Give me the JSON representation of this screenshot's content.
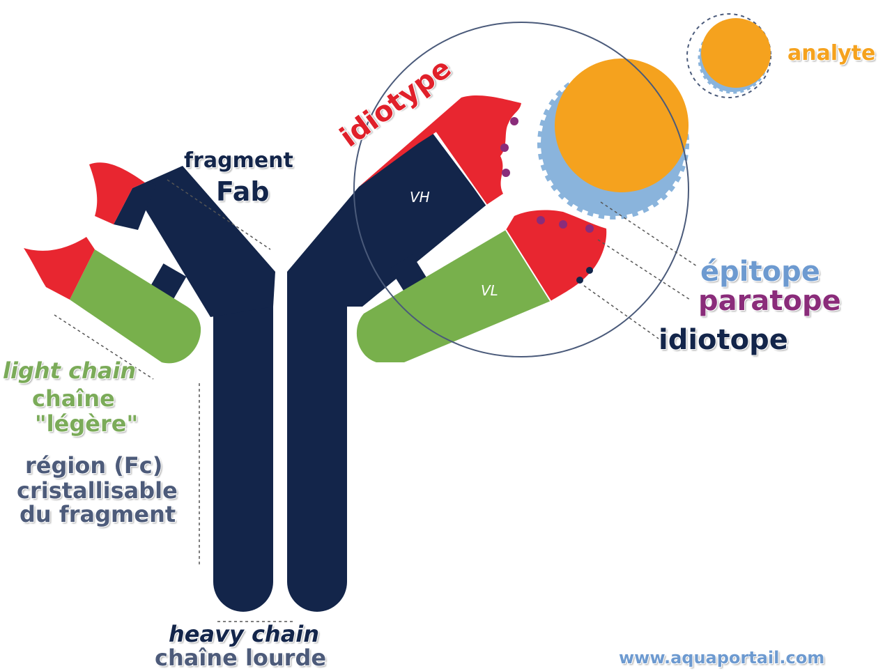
{
  "labels": {
    "fragment": "fragment",
    "fab": "Fab",
    "idiotype": "idiotype",
    "analyte": "analyte",
    "vh": "VH",
    "vl": "VL",
    "epitope": "épitope",
    "paratope": "paratope",
    "idiotope": "idiotope",
    "light_chain_en": "light chain",
    "light_chain_fr_1": "chaîne",
    "light_chain_fr_2": "\"légère\"",
    "fc_1": "région (Fc)",
    "fc_2": "cristallisable",
    "fc_3": "du fragment",
    "heavy_chain_en": "heavy chain",
    "heavy_chain_fr": "chaîne lourde",
    "website": "www.aquaportail.com"
  },
  "colors": {
    "heavy_chain": "#13254a",
    "light_chain": "#78b04c",
    "variable_region": "#e82630",
    "antigen": "#f5a21e",
    "epitope": "#8ab4dc",
    "paratope": "#8a2c7a",
    "outline": "#4a5a7a"
  }
}
